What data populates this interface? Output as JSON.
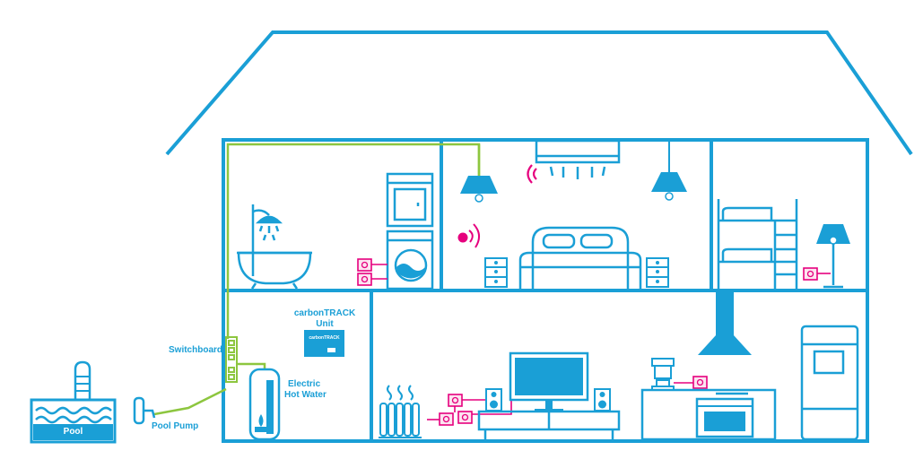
{
  "labels": {
    "switchboard": "Switchboard",
    "carbontrack_unit_line1": "carbonTRACK",
    "carbontrack_unit_line2": "Unit",
    "device_brand": "carbonTRACK",
    "electric_hot_water_line1": "Electric",
    "electric_hot_water_line2": "Hot Water",
    "pool_pump": "Pool Pump",
    "pool": "Pool"
  },
  "colors": {
    "outline": "#1a9fd6",
    "wiring": "#8dc63f",
    "smart_plug": "#e6007e",
    "background": "#ffffff"
  }
}
